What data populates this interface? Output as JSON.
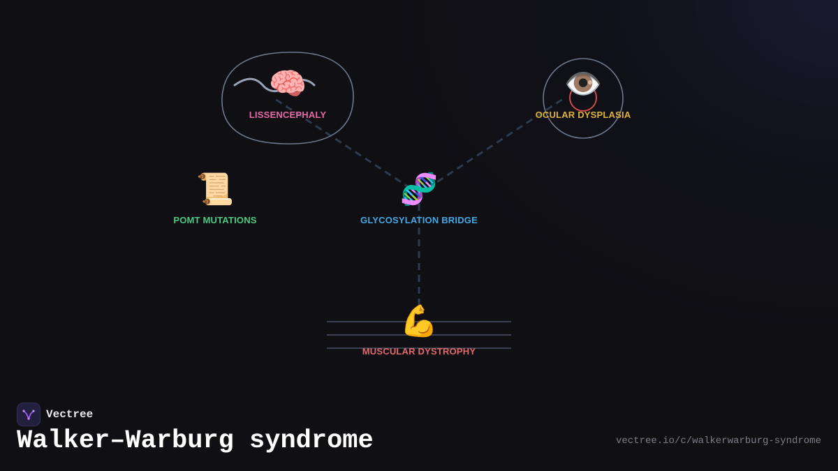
{
  "diagram": {
    "title": "Walker–Warburg syndrome",
    "nodes": [
      {
        "id": "lissencephaly",
        "label": "LISSENCEPHALY",
        "icon": "brain-icon",
        "emoji": "🧠",
        "color": "#e46aa8"
      },
      {
        "id": "ocular",
        "label": "OCULAR DYSPLASIA",
        "icon": "eye-icon",
        "emoji": "👁️",
        "color": "#e0b23a"
      },
      {
        "id": "pomt",
        "label": "POMT MUTATIONS",
        "icon": "scroll-icon",
        "emoji": "📜",
        "color": "#4ccb82"
      },
      {
        "id": "glyco",
        "label": "GLYCOSYLATION BRIDGE",
        "icon": "dna-icon",
        "emoji": "🧬",
        "color": "#45a8e4"
      },
      {
        "id": "muscle",
        "label": "MUSCULAR DYSTROPHY",
        "icon": "flexed-biceps-icon",
        "emoji": "💪",
        "color": "#e46a6a"
      }
    ],
    "edges": [
      {
        "from": "glyco",
        "to": "lissencephaly"
      },
      {
        "from": "glyco",
        "to": "ocular"
      },
      {
        "from": "glyco",
        "to": "muscle"
      }
    ]
  },
  "brand": {
    "name": "Vectree",
    "logo_icon": "vectree-logo-icon",
    "url": "vectree.io/c/walkerwarburg-syndrome"
  },
  "colors": {
    "background": "#0f0f14",
    "edge": "#2f3a4c",
    "outline": "#6f7a8c"
  }
}
